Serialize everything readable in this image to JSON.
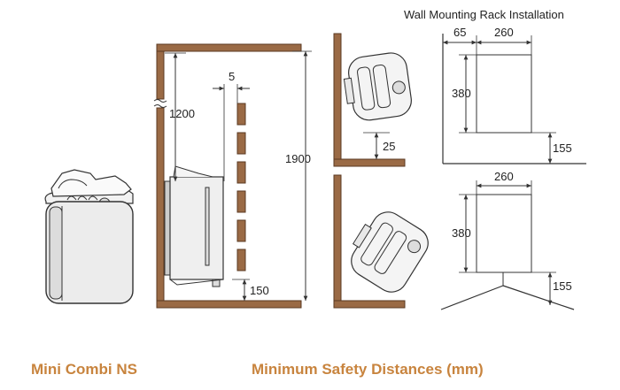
{
  "header": {
    "title": "Wall Mounting Rack Installation"
  },
  "captions": {
    "product": "Mini Combi NS",
    "safety": "Minimum Safety Distances (mm)"
  },
  "dimensions": {
    "side_gap": "5",
    "ceiling_gap": "1200",
    "room_height": "1900",
    "floor_gap": "150",
    "rotated_floor_gap": "25",
    "rack_offset": "65",
    "rack_width_top": "260",
    "rack_height_top": "380",
    "rack_floor_top": "155",
    "rack_width_bottom": "260",
    "rack_height_bottom": "380",
    "rack_floor_bottom": "155"
  },
  "colors": {
    "wall": "#9a6a45",
    "wall_edge": "#5b3a22",
    "line": "#333333",
    "accent": "#c8843e"
  }
}
